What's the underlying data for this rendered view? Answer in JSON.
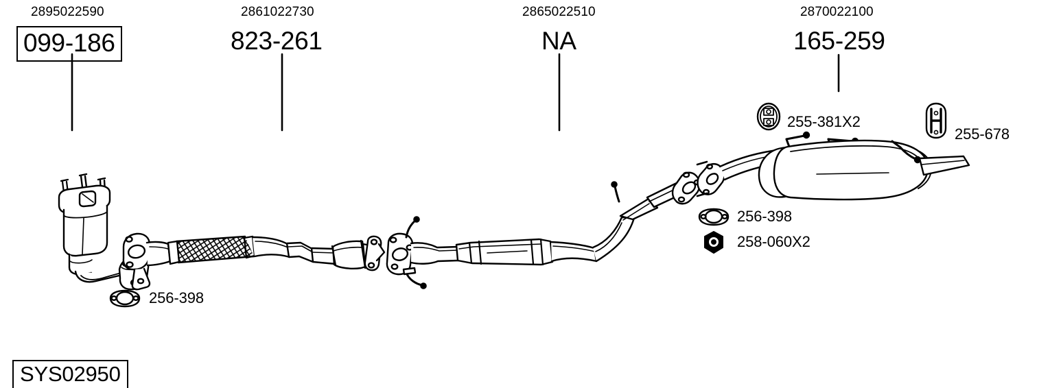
{
  "diagram": {
    "type": "exhaust-system-schematic",
    "system_code": "SYS02950",
    "background_color": "#ffffff",
    "line_color": "#000000"
  },
  "main_parts": [
    {
      "oem_code": "2895022590",
      "ref": "099-186",
      "boxed": true,
      "component": "catalytic-converter"
    },
    {
      "oem_code": "2861022730",
      "ref": "823-261",
      "boxed": false,
      "component": "front-pipe-silencer"
    },
    {
      "oem_code": "2865022510",
      "ref": "NA",
      "boxed": false,
      "component": "centre-silencer"
    },
    {
      "oem_code": "2870022100",
      "ref": "165-259",
      "boxed": false,
      "component": "rear-silencer"
    }
  ],
  "accessories": [
    {
      "ref": "256-398",
      "icon": "flange-gasket-icon",
      "position": "front-lower"
    },
    {
      "ref": "255-381X2",
      "icon": "rubber-mount-icon",
      "position": "rear-upper"
    },
    {
      "ref": "255-678",
      "icon": "h-hanger-icon",
      "position": "rear-right"
    },
    {
      "ref": "256-398",
      "icon": "flange-gasket-icon",
      "position": "rear-mid"
    },
    {
      "ref": "258-060X2",
      "icon": "hex-nut-icon",
      "position": "rear-mid"
    }
  ]
}
